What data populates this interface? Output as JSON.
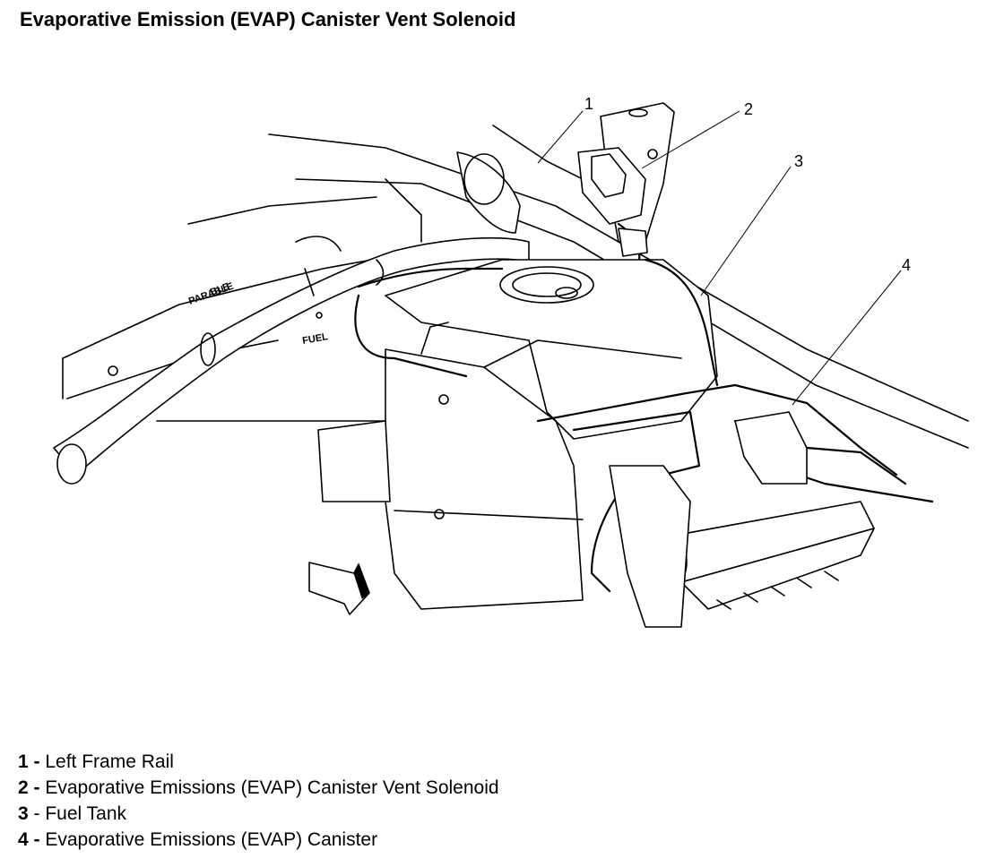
{
  "title": "Evaporative Emission (EVAP) Canister Vent Solenoid",
  "callouts": [
    "1",
    "2",
    "3",
    "4"
  ],
  "stamps": {
    "fuel": "FUEL",
    "ble": "BLE",
    "parable": "PARABLE"
  },
  "legend": [
    {
      "num": "1",
      "sep": " - ",
      "text": "Left Frame Rail",
      "bold": true
    },
    {
      "num": "2",
      "sep": " - ",
      "text": "Evaporative Emissions (EVAP) Canister Vent Solenoid",
      "bold": true
    },
    {
      "num": "3",
      "sep": " - ",
      "text": "Fuel Tank",
      "bold": false
    },
    {
      "num": "4",
      "sep": " - ",
      "text": "Evaporative Emissions (EVAP) Canister",
      "bold": true
    }
  ]
}
